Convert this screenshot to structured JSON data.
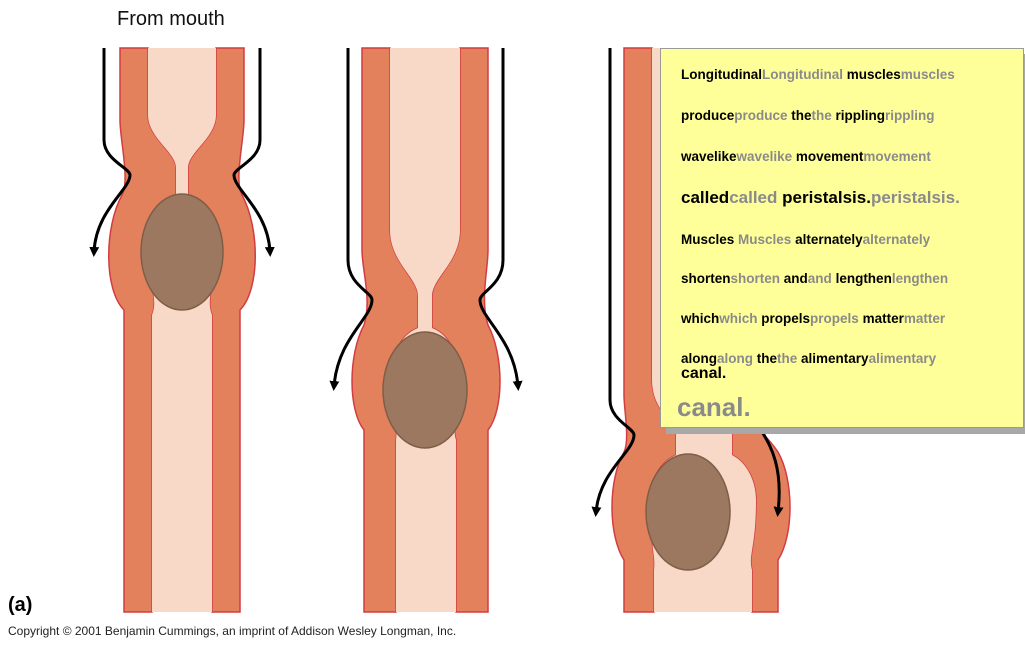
{
  "figure": {
    "from_mouth_label": "From mouth",
    "panel_label": "(a)",
    "copyright": "Copyright © 2001 Benjamin Cummings, an imprint of Addison Wesley Longman, Inc."
  },
  "colors": {
    "muscle": "#e4815d",
    "muscle_edge": "#d23c42",
    "lumen": "#f8d8c6",
    "bolus": "#9c7860",
    "bolus_edge": "#7d5e48",
    "callout_bg": "#ffff99"
  },
  "callout": {
    "lines": [
      [
        "Longitudinal",
        "Longitudinal",
        " muscles",
        "muscles"
      ],
      [
        "produce",
        "produce",
        " the",
        "the",
        " rippling",
        "rippling"
      ],
      [
        "wavelike",
        "wavelike",
        " movement",
        "movement"
      ],
      [
        "called",
        "called",
        " peristalsis.",
        "peristalsis."
      ],
      [
        "Muscles",
        " Muscles",
        " alternately",
        "alternately"
      ],
      [
        "shorten",
        "shorten",
        " and",
        "and",
        " lengthen",
        "lengthen"
      ],
      [
        "which",
        "which",
        " propels",
        "propels",
        " matter",
        "matter"
      ],
      [
        "along",
        "along",
        " the",
        "the",
        " alimentary",
        "alimentary"
      ]
    ],
    "canal_dark": "canal.",
    "canal_gray": "canal."
  }
}
